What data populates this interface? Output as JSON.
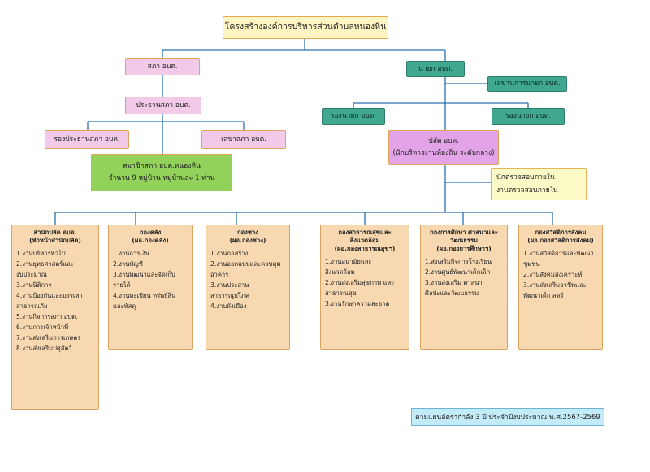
{
  "title": "โครงสร้างองค์การบริหารส่วนตำบลหนองหิน",
  "council": {
    "council": "สภา อบต.",
    "president": "ประธานสภา อบต.",
    "vice_president": "รองประธานสภา อบต.",
    "secretary": "เลขาสภา อบต.",
    "members_line1": "สมาชิกสภา อบต.หนองหิน",
    "members_line2": "จำนวน  9  หมู่บ้าน หมู่บ้านละ 1 ท่าน"
  },
  "executive": {
    "mayor": "นายก อบต.",
    "mayor_secretary": "เลขานุการนายก อบต.",
    "deputy_left": "รองนายก อบต.",
    "deputy_right": "รองนายก อบต.",
    "clerk_title": "ปลัด อบต.",
    "clerk_subtitle": "(นักบริหารงานท้องถิ่น ระดับกลาง)",
    "auditor_title": "นักตรวจสอบภายใน",
    "auditor_sub": "งานตรวจสอบภายใน"
  },
  "departments": [
    {
      "head1": "สำนักปลัด อบต.",
      "head2": "(หัวหน้าสำนักปลัด)",
      "items": [
        "1.งานบริหารทั่วไป",
        "2.งานยุทธศาสตร์และ",
        "งบประมาณ",
        "3.งานนิติการ",
        "4.งานป้องกันและบรรเทา",
        "สาธารณภัย",
        "5.งานกิจการสภา อบต.",
        "6.งานการเจ้าหน้าที่",
        "7.งานส่งเสริมการเกษตร",
        "8.งานส่งเสริมปศุสัตว์"
      ]
    },
    {
      "head1": "กองคลัง",
      "head2": "(ผอ.กองคลัง)",
      "items": [
        "1.งานการเงิน",
        "2.งานบัญชี",
        "3.งานพัฒนาและจัดเก็บ",
        "รายได้",
        "4.งานทะเบียน ทรัพย์สิน",
        "และพัสดุ"
      ]
    },
    {
      "head1": "กองช่าง",
      "head2": "(ผอ.กองช่าง)",
      "items": [
        "1.งานก่อสร้าง",
        "2.งานออกแบบและควบคุม",
        "อาคาร",
        "3.งานประสาน",
        "สาธารณูปโภค",
        "4.งานผังเมือง"
      ]
    },
    {
      "head1": "กองสาธารณสุขและ",
      "head2": "สิ่งแวดล้อม",
      "head3": "(ผอ.กองสาธารณสุขฯ)",
      "items": [
        "1.งานอนามัยและ",
        "สิ่งแวดล้อม",
        "2.งานส่งเสริมสุขภาพ และ",
        "สาธารณสุข",
        "3.งานรักษาความสะอาด"
      ]
    },
    {
      "head1": "กองการศึกษา ศาสนาและ",
      "head2": "วัฒนธรรม",
      "head3": "(ผอ.กองการศึกษาฯ)",
      "items": [
        "1.ส่งเสริมกิจการโรงเรียน",
        "2.งานศูนย์พัฒนาเด็กเล็ก",
        "3.งานส่งเสริม ศาสนา",
        "ศิลปะและวัฒนธรรม"
      ]
    },
    {
      "head1": "กองสวัสดิการสังคม",
      "head2": "(ผอ.กองสวัสดิการสังคม)",
      "items": [
        "1.งานสวัสดิการและพัฒนา",
        "ชุมชน",
        "2.งานสังคมสงเคราะห์",
        "3.งานส่งเสริมอาชีพและ",
        "พัฒนาเด็ก สตรี"
      ]
    }
  ],
  "footer": "ตามแผนอัตรากำลัง 3 ปี ประจำปีงบประมาณ พ.ศ.2567-2569",
  "colors": {
    "line": "#2a6fb0",
    "title_bg": "#fdf6c2",
    "council_bg": "#f2c9e6",
    "executive_bg": "#3fa88e",
    "members_bg": "#93d25a",
    "clerk_bg": "#e2a4e6",
    "dept_bg": "#f8d8b0",
    "footer_bg": "#c4ecf8"
  }
}
